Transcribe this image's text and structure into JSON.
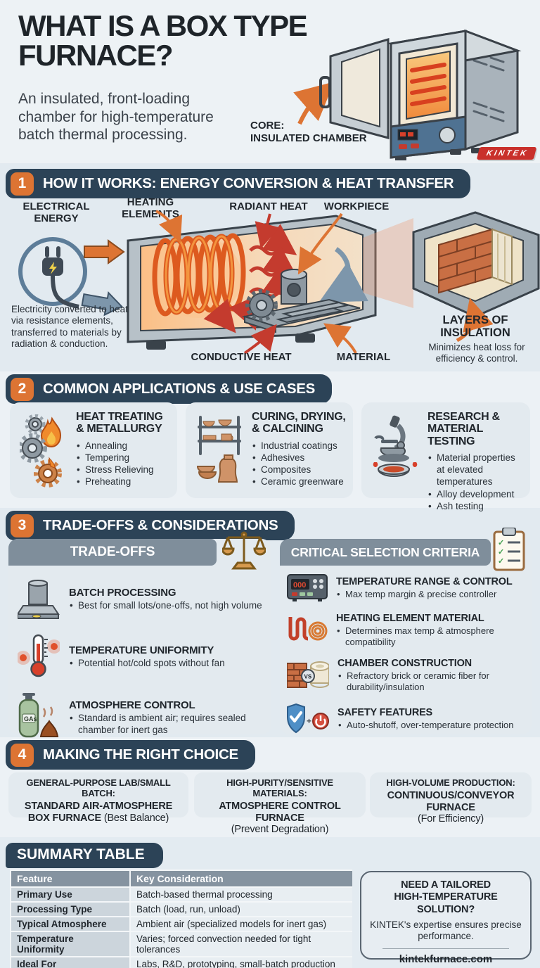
{
  "brand": {
    "logo": "KINTEK",
    "logo_color": "#c9302b",
    "accent_orange": "#dd7433",
    "navy": "#2c4357"
  },
  "header": {
    "title_line1": "WHAT IS A BOX TYPE",
    "title_line2": "FURNACE?",
    "subtitle": "An insulated, front-loading chamber for high-temperature batch thermal processing.",
    "core_label": "CORE:\nINSULATED CHAMBER"
  },
  "diagram_texts": {
    "vs": "VS",
    "gas": "GAs",
    "controller_display": "000",
    "check": "✓"
  },
  "sections": {
    "s1": {
      "num": "1",
      "title": "HOW IT WORKS: ENERGY CONVERSION & HEAT TRANSFER",
      "labels": {
        "electrical": "ELECTRICAL ENERGY",
        "heating": "HEATING ELEMENTS",
        "radiant": "RADIANT HEAT",
        "workpiece": "WORKPIECE",
        "conductive": "CONDUCTIVE HEAT",
        "material": "MATERIAL"
      },
      "left_caption": "Electricity converted to heat via resistance elements, transferred to materials by radiation & conduction.",
      "insulation_title": "LAYERS OF INSULATION",
      "insulation_caption": "Minimizes heat loss for efficiency & control."
    },
    "s2": {
      "num": "2",
      "title": "COMMON APPLICATIONS & USE CASES",
      "cards": [
        {
          "title": "HEAT TREATING & METALLURGY",
          "bullets": [
            "Annealing",
            "Tempering",
            "Stress Relieving",
            "Preheating"
          ]
        },
        {
          "title": "CURING, DRYING, & CALCINING",
          "bullets": [
            "Industrial coatings",
            "Adhesives",
            "Composites",
            "Ceramic greenware"
          ]
        },
        {
          "title": "RESEARCH & MATERIAL TESTING",
          "bullets": [
            "Material properties at elevated temperatures",
            "Alloy development",
            "Ash testing"
          ]
        }
      ]
    },
    "s3": {
      "num": "3",
      "title": "TRADE-OFFS & CONSIDERATIONS",
      "tradeoffs": {
        "header": "TRADE-OFFS",
        "items": [
          {
            "title": "BATCH PROCESSING",
            "desc": "Best for small lots/one-offs, not high volume"
          },
          {
            "title": "TEMPERATURE UNIFORMITY",
            "desc": "Potential hot/cold spots without fan"
          },
          {
            "title": "ATMOSPHERE CONTROL",
            "desc": "Standard is ambient air; requires sealed chamber for inert gas"
          }
        ]
      },
      "criteria": {
        "header": "CRITICAL SELECTION CRITERIA",
        "items": [
          {
            "title": "TEMPERATURE RANGE & CONTROL",
            "desc": "Max temp margin & precise controller"
          },
          {
            "title": "HEATING ELEMENT MATERIAL",
            "desc": "Determines max temp & atmosphere compatibility"
          },
          {
            "title": "CHAMBER CONSTRUCTION",
            "desc": "Refractory brick or ceramic fiber for durability/insulation"
          },
          {
            "title": "SAFETY FEATURES",
            "desc": "Auto-shutoff, over-temperature protection"
          }
        ]
      }
    },
    "s4": {
      "num": "4",
      "title": "MAKING THE RIGHT CHOICE",
      "cards": [
        {
          "heading": "GENERAL-PURPOSE LAB/SMALL BATCH:",
          "main": "STANDARD AIR-ATMOSPHERE BOX FURNACE",
          "note": "(Best Balance)"
        },
        {
          "heading": "HIGH-PURITY/SENSITIVE MATERIALS:",
          "main": "ATMOSPHERE CONTROL FURNACE",
          "note": "(Prevent Degradation)"
        },
        {
          "heading": "HIGH-VOLUME PRODUCTION:",
          "main": "CONTINUOUS/CONVEYOR FURNACE",
          "note": "(For Efficiency)"
        }
      ]
    },
    "summary": {
      "title": "SUMMARY TABLE",
      "table": {
        "headers": [
          "Feature",
          "Key Consideration"
        ],
        "rows": [
          [
            "Primary Use",
            "Batch-based thermal processing"
          ],
          [
            "Processing Type",
            "Batch (load, run, unload)"
          ],
          [
            "Typical Atmosphere",
            "Ambient air (specialized models for inert gas)"
          ],
          [
            "Temperature Uniformity",
            "Varies; forced convection needed for tight tolerances"
          ],
          [
            "Ideal For",
            "Labs, R&D, prototyping, small-batch production"
          ]
        ]
      },
      "cta": {
        "title": "NEED A TAILORED\nHIGH-TEMPERATURE SOLUTION?",
        "body": "KINTEK's expertise ensures precise performance.",
        "url": "kintekfurnace.com"
      }
    }
  }
}
